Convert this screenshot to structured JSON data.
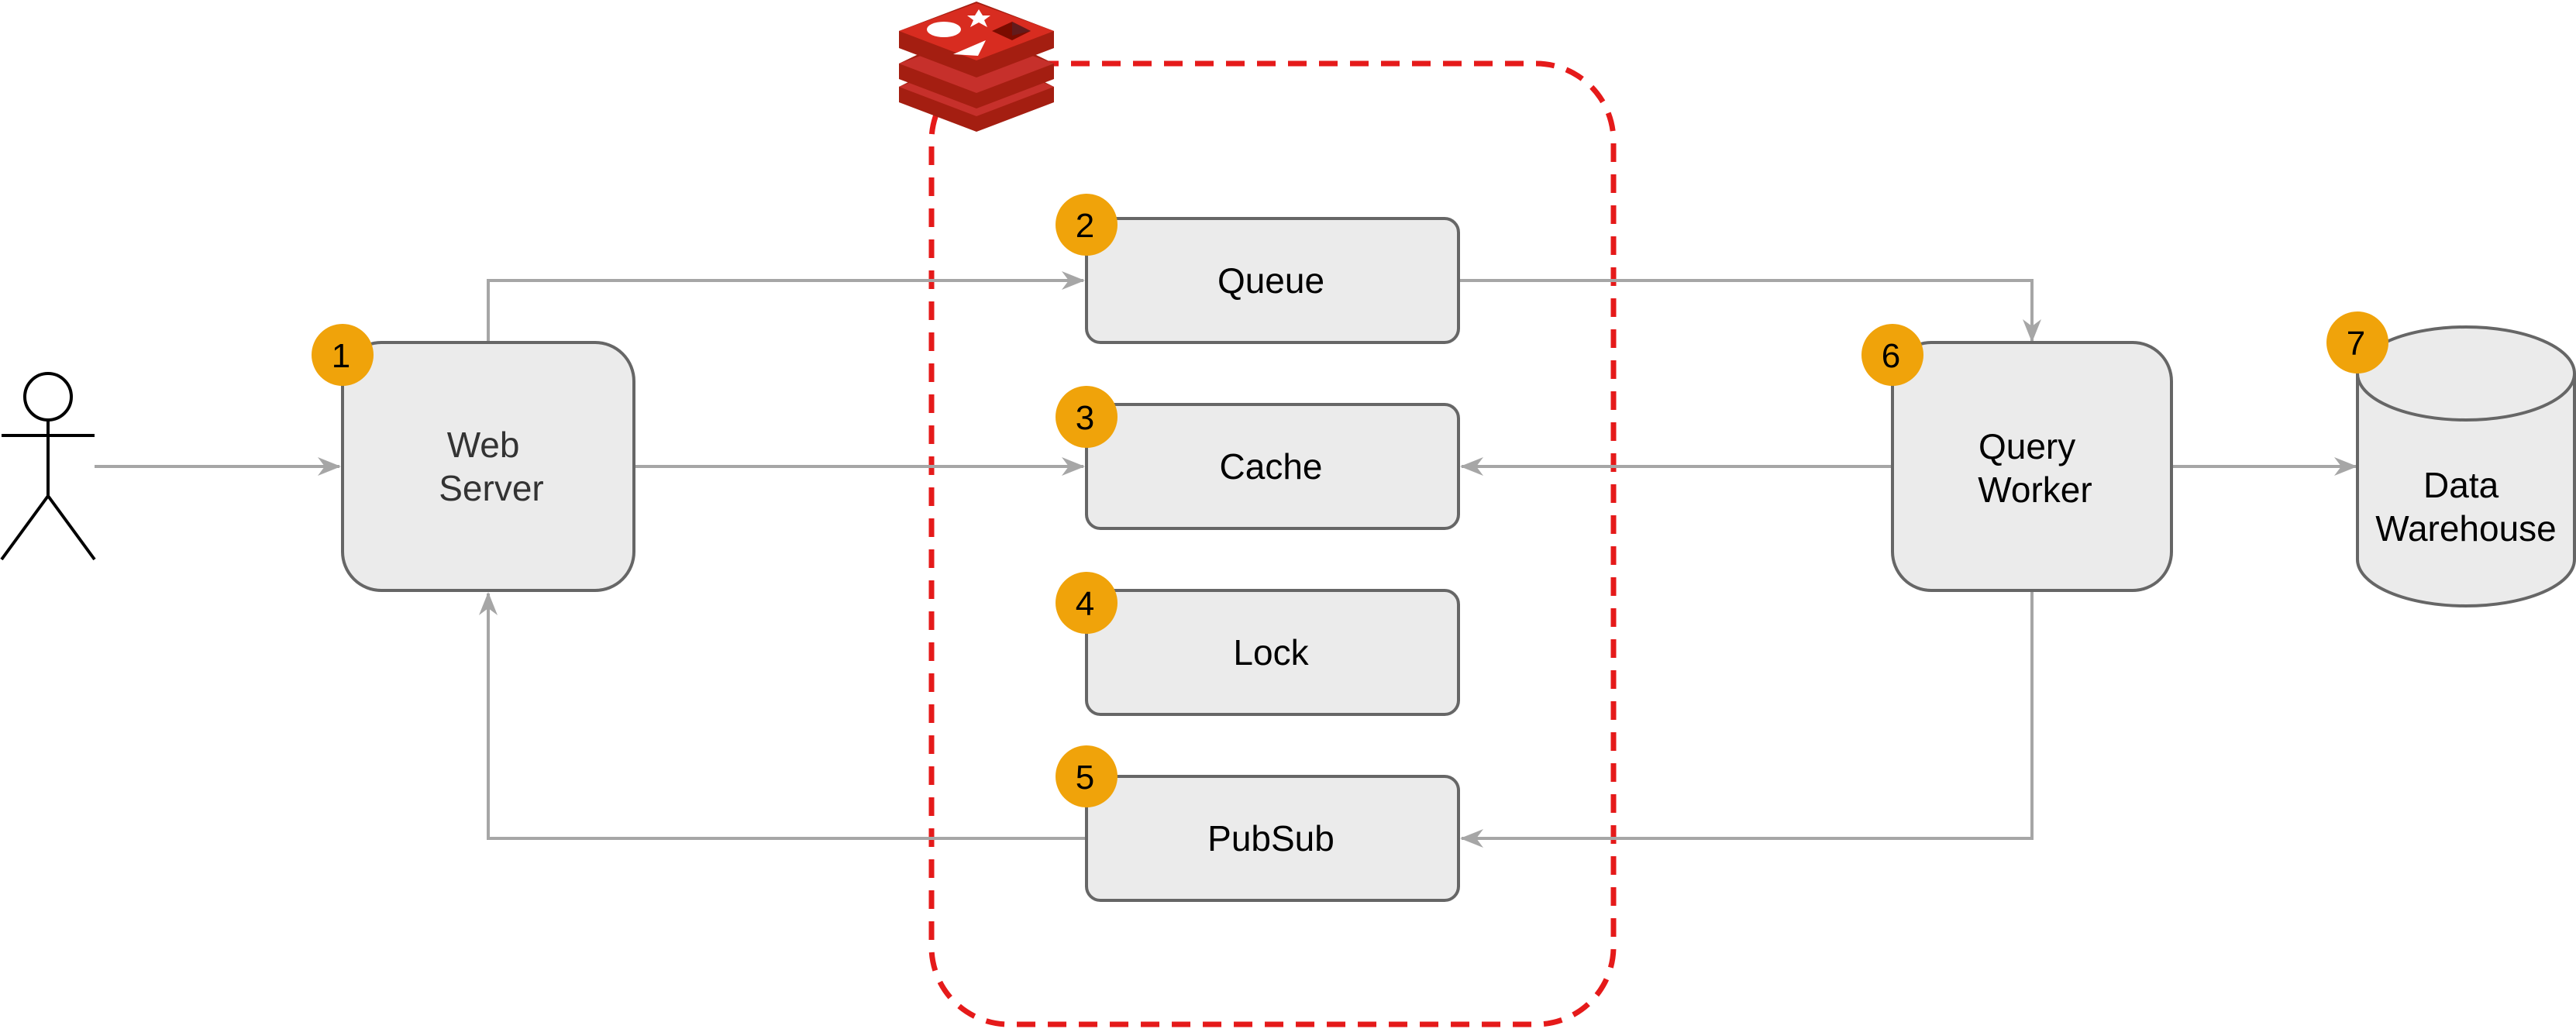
{
  "diagram": {
    "colors": {
      "node_fill": "#EBEBEB",
      "node_stroke": "#666666",
      "edge": "#A6A6A6",
      "badge": "#F0A30A",
      "group_border": "#E51A1A",
      "redis_logo": "#C6302B"
    },
    "actor": {
      "icon": "user-stick-figure-icon"
    },
    "redis_group": {
      "icon": "redis-logo-icon"
    },
    "nodes": {
      "web_server": {
        "line1": "Web",
        "line2": "Server",
        "badge": "1"
      },
      "queue": {
        "label": "Queue",
        "badge": "2"
      },
      "cache": {
        "label": "Cache",
        "badge": "3"
      },
      "lock": {
        "label": "Lock",
        "badge": "4"
      },
      "pubsub": {
        "label": "PubSub",
        "badge": "5"
      },
      "query_worker": {
        "line1": "Query",
        "line2": "Worker",
        "badge": "6"
      },
      "data_warehouse": {
        "line1": "Data",
        "line2": "Warehouse",
        "badge": "7"
      }
    },
    "edges": [
      {
        "from": "user",
        "to": "web_server"
      },
      {
        "from": "web_server",
        "to": "queue"
      },
      {
        "from": "web_server",
        "to": "cache"
      },
      {
        "from": "queue",
        "to": "query_worker"
      },
      {
        "from": "query_worker",
        "to": "cache"
      },
      {
        "from": "query_worker",
        "to": "data_warehouse"
      },
      {
        "from": "query_worker",
        "to": "pubsub"
      },
      {
        "from": "pubsub",
        "to": "web_server"
      }
    ]
  }
}
